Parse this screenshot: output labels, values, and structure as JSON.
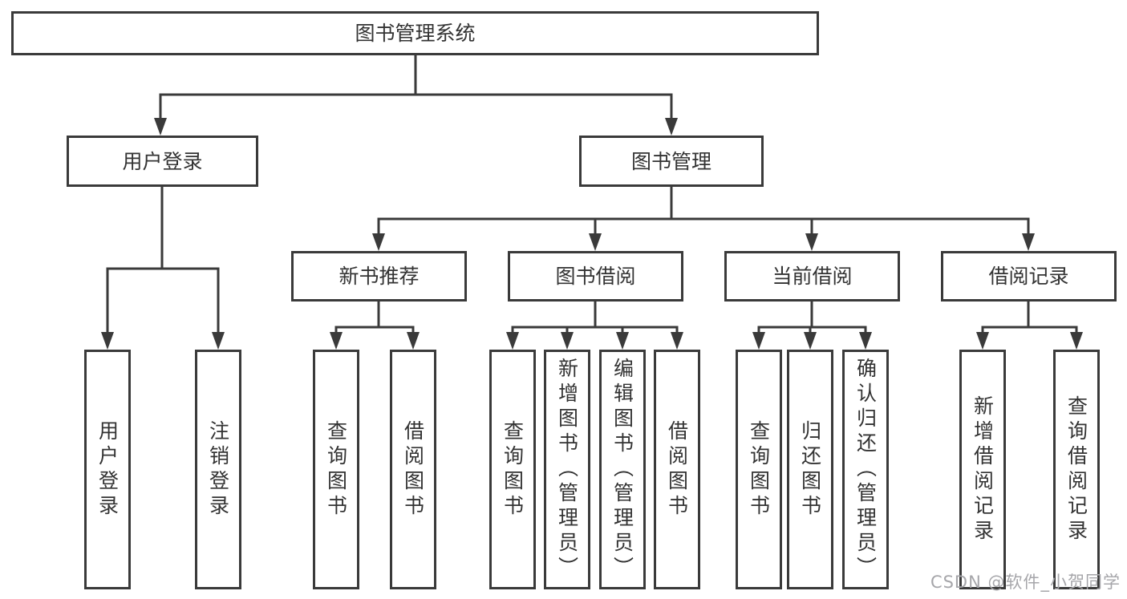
{
  "tree": {
    "label": "图书管理系统",
    "children": [
      {
        "label": "用户登录",
        "children": [
          {
            "label": "用户登录"
          },
          {
            "label": "注销登录"
          }
        ]
      },
      {
        "label": "图书管理",
        "children": [
          {
            "label": "新书推荐",
            "children": [
              {
                "label": "查询图书"
              },
              {
                "label": "借阅图书"
              }
            ]
          },
          {
            "label": "图书借阅",
            "children": [
              {
                "label": "查询图书"
              },
              {
                "label": "新增图书（管理员）"
              },
              {
                "label": "编辑图书（管理员）"
              },
              {
                "label": "借阅图书"
              }
            ]
          },
          {
            "label": "当前借阅",
            "children": [
              {
                "label": "查询图书"
              },
              {
                "label": "归还图书"
              },
              {
                "label": "确认归还（管理员）"
              }
            ]
          },
          {
            "label": "借阅记录",
            "children": [
              {
                "label": "新增借阅记录"
              },
              {
                "label": "查询借阅记录"
              }
            ]
          }
        ]
      }
    ]
  },
  "watermark": {
    "text": "CSDN @软件_小贺同学"
  },
  "colors": {
    "line": "#3a3a3a",
    "text": "#333333",
    "watermark": "#a6a6aa",
    "background": "#ffffff"
  }
}
